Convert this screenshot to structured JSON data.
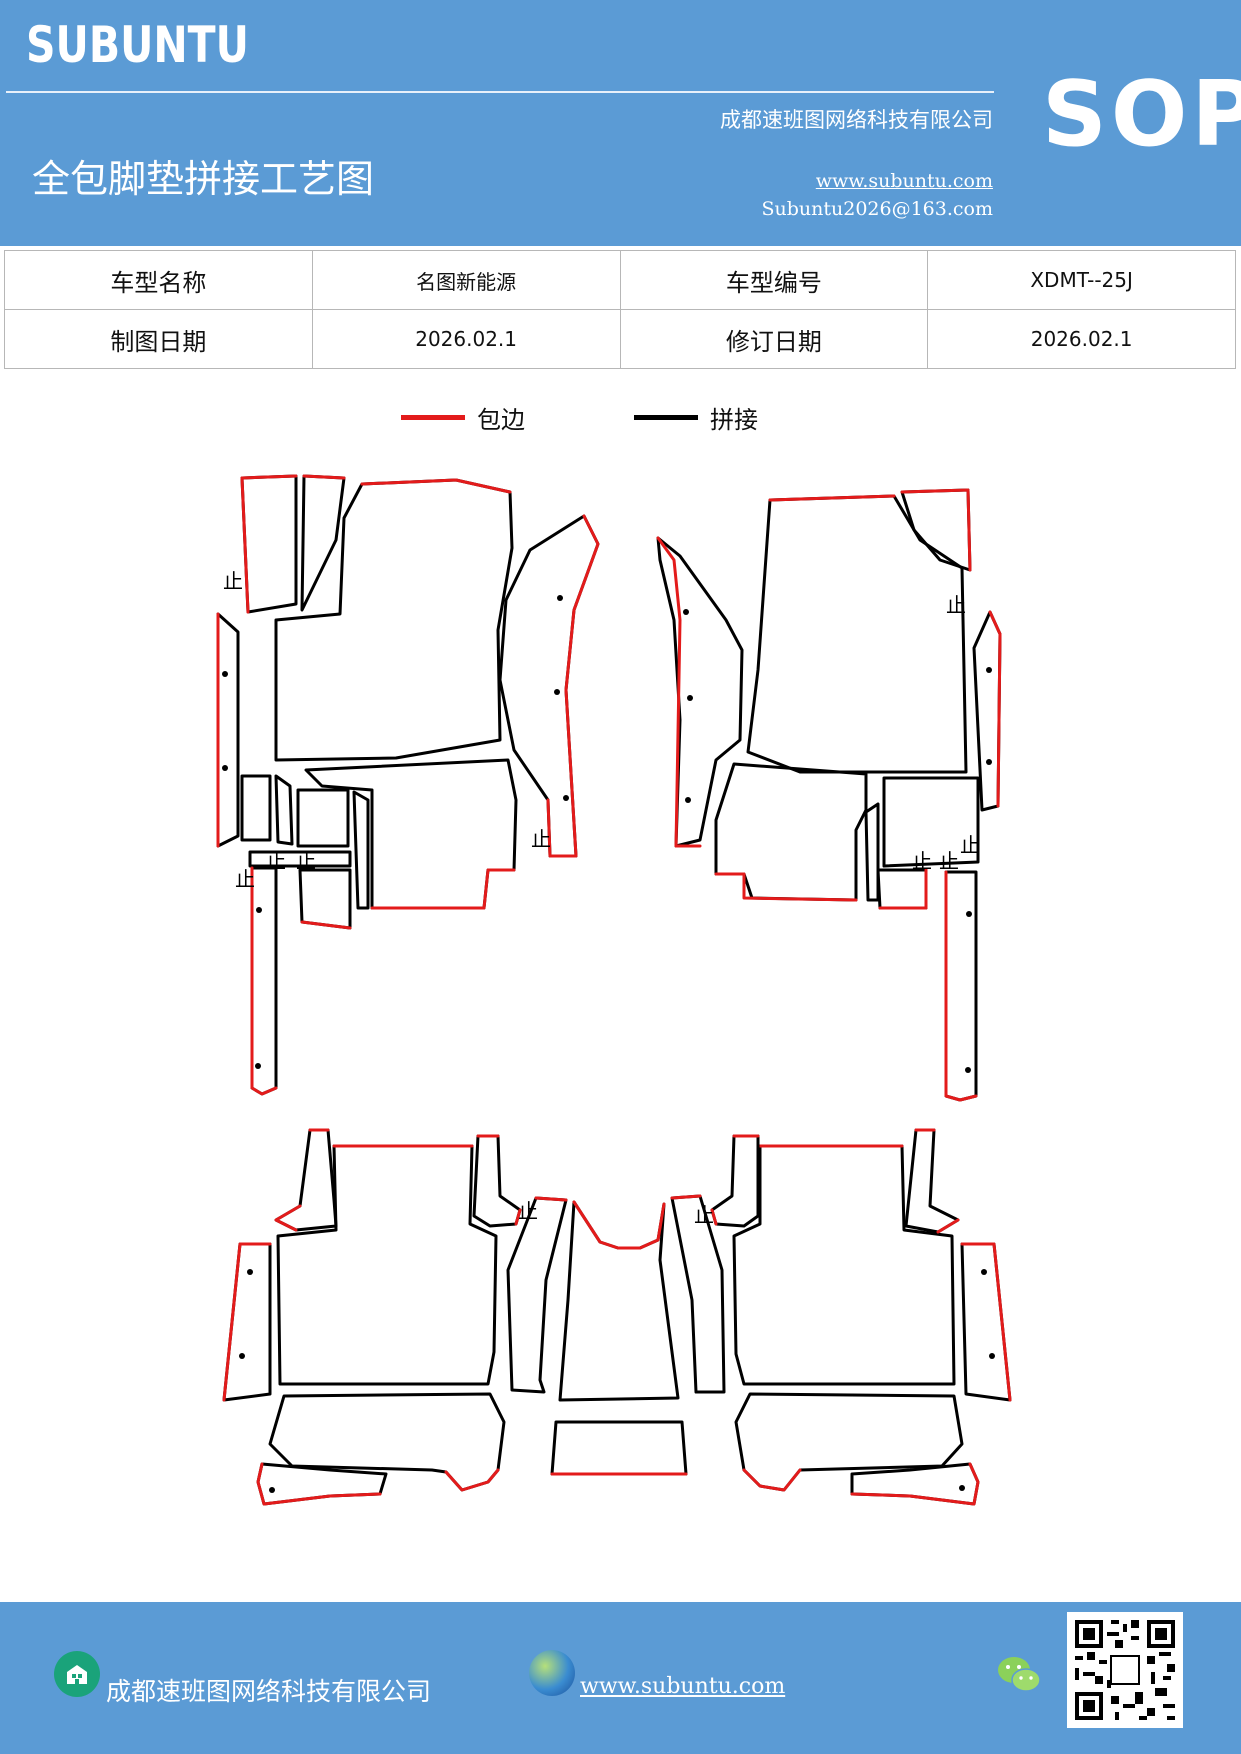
{
  "header": {
    "brand": "SUBUNTU",
    "company": "成都速班图网络科技有限公司",
    "title": "全包脚垫拼接工艺图",
    "url": "www.subuntu.com",
    "email": "Subuntu2026@163.com",
    "badge": "SOP"
  },
  "info_table": {
    "rows": [
      [
        {
          "label": "车型名称"
        },
        {
          "value": "名图新能源"
        },
        {
          "label": "车型编号"
        },
        {
          "value": "XDMT--25J"
        }
      ],
      [
        {
          "label": "制图日期"
        },
        {
          "value": "2026.02.1"
        },
        {
          "label": "修订日期"
        },
        {
          "value": "2026.02.1"
        }
      ]
    ]
  },
  "legend": [
    {
      "label": "包边",
      "color": "#e31b1b"
    },
    {
      "label": "拼接",
      "color": "#000000"
    }
  ],
  "drawing": {
    "marker_glyph": "止",
    "edge_color": "#e31b1b",
    "seam_color": "#000000"
  },
  "footer": {
    "company": "成都速班图网络科技有限公司",
    "url": "www.subuntu.com",
    "icons": [
      "building-icon",
      "globe-icon",
      "wechat-icon",
      "qr-code"
    ]
  }
}
